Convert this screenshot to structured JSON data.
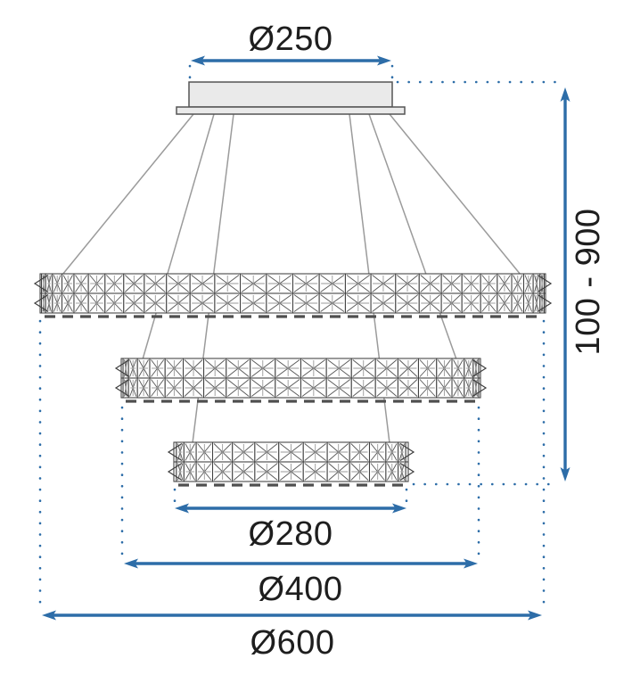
{
  "diagram": {
    "type": "technical-dimension-drawing",
    "subject": "three-tier-crystal-ring-pendant-chandelier",
    "colors": {
      "dimension_accent": "#2d6da8",
      "drawing_ink": "#3f3f3f",
      "wire_gray": "#9b9b9b",
      "canopy_fill": "#eaeaea",
      "dash_gray": "#4f4f4f",
      "label_text": "#1e1e1e"
    },
    "dimensions": {
      "canopy_width": {
        "label": "Ø250",
        "value": 250
      },
      "inner_ring_diameter": {
        "label": "Ø280",
        "value": 280
      },
      "middle_ring_diameter": {
        "label": "Ø400",
        "value": 400
      },
      "outer_ring_diameter": {
        "label": "Ø600",
        "value": 600
      },
      "hanging_height_range": {
        "label": "100 - 900",
        "min": 100,
        "max": 900
      }
    },
    "rings": [
      {
        "name": "outer",
        "diameter_label": "Ø600"
      },
      {
        "name": "middle",
        "diameter_label": "Ø400"
      },
      {
        "name": "inner",
        "diameter_label": "Ø280"
      }
    ]
  }
}
